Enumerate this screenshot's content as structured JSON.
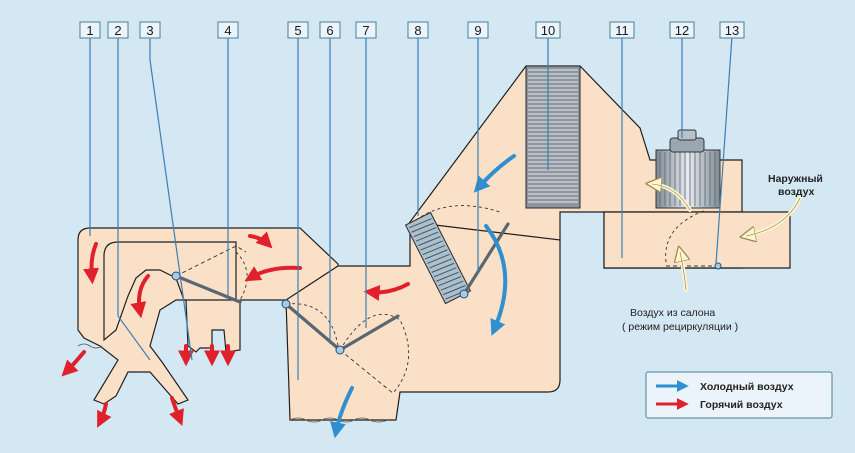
{
  "callouts": [
    "1",
    "2",
    "3",
    "4",
    "5",
    "6",
    "7",
    "8",
    "9",
    "10",
    "11",
    "12",
    "13"
  ],
  "labels": {
    "outside_air_1": "Наружный",
    "outside_air_2": "воздух",
    "cabin_air_1": "Воздух из салона",
    "cabin_air_2": "( режим рециркуляции )"
  },
  "legend": {
    "cold": "Холодный воздух",
    "hot": "Горячий воздух"
  },
  "colors": {
    "background": "#d4e8f3",
    "duct": "#fbe0c8",
    "cold_arrow": "#2f8fd0",
    "hot_arrow": "#e0212b",
    "leader": "#3a7fb5"
  },
  "icons": [
    "cold-air-arrow-icon",
    "hot-air-arrow-icon",
    "cream-air-arrow-icon"
  ]
}
